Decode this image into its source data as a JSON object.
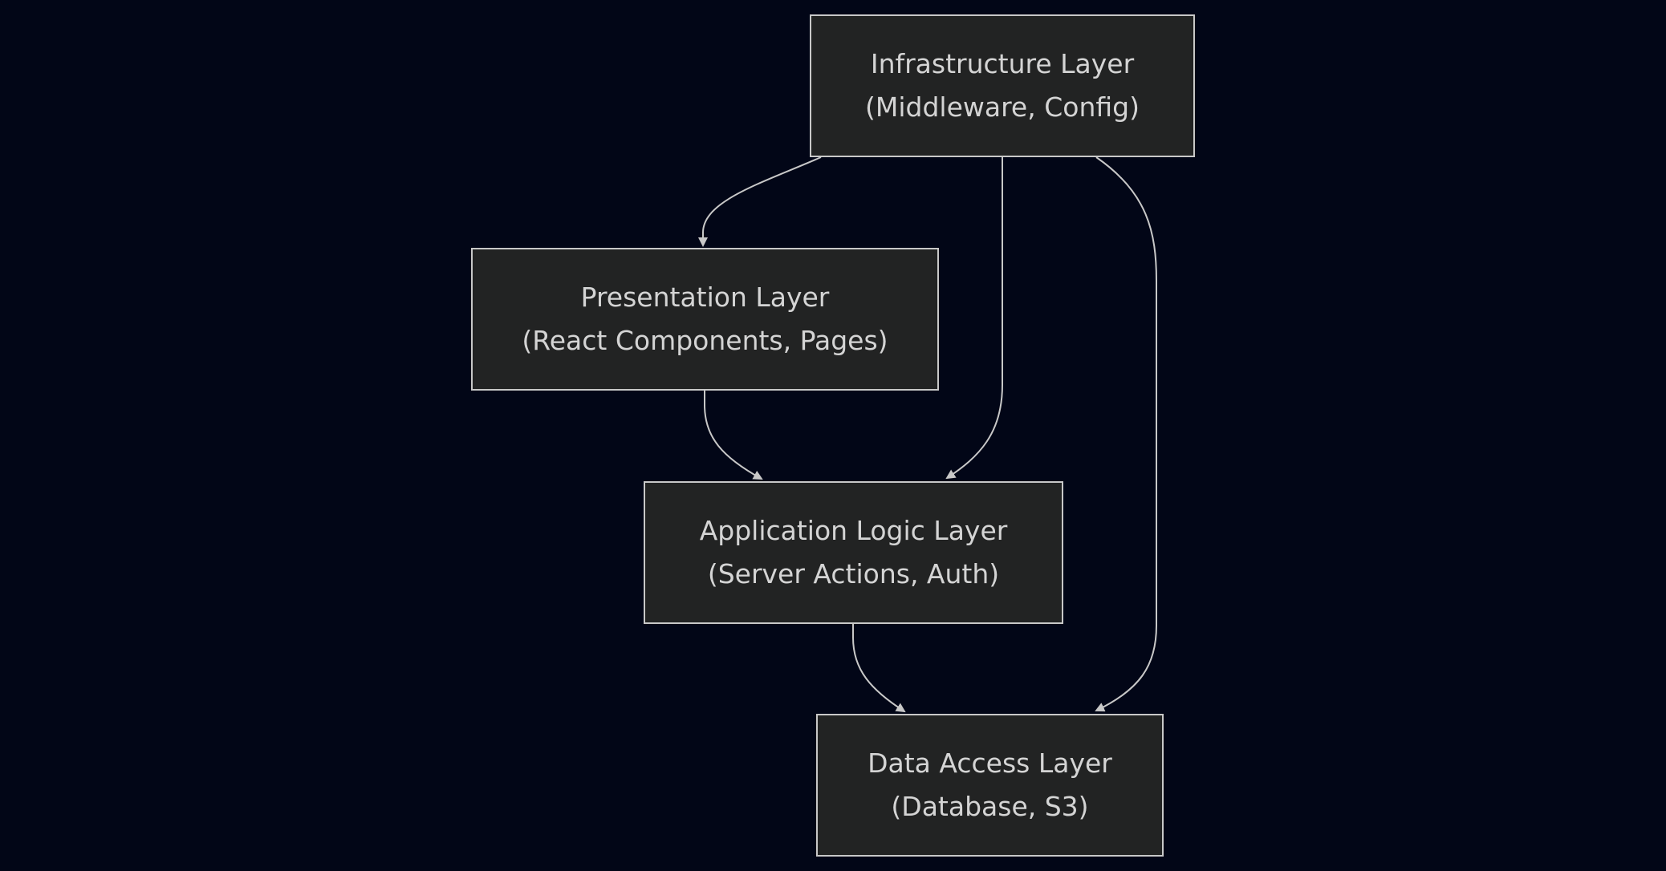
{
  "nodes": {
    "infrastructure": {
      "title": "Infrastructure Layer",
      "subtitle": "(Middleware, Config)"
    },
    "presentation": {
      "title": "Presentation Layer",
      "subtitle": "(React Components, Pages)"
    },
    "application": {
      "title": "Application Logic Layer",
      "subtitle": "(Server Actions, Auth)"
    },
    "data_access": {
      "title": "Data Access Layer",
      "subtitle": "(Database, S3)"
    }
  },
  "edges": [
    {
      "from": "infrastructure",
      "to": "presentation"
    },
    {
      "from": "infrastructure",
      "to": "application"
    },
    {
      "from": "infrastructure",
      "to": "data_access"
    },
    {
      "from": "presentation",
      "to": "application"
    },
    {
      "from": "application",
      "to": "data_access"
    }
  ],
  "colors": {
    "background": "#020617",
    "node_fill": "#222323",
    "node_border": "#c8c8c8",
    "text": "#d4d4d4",
    "edge": "#c8c8c8"
  }
}
